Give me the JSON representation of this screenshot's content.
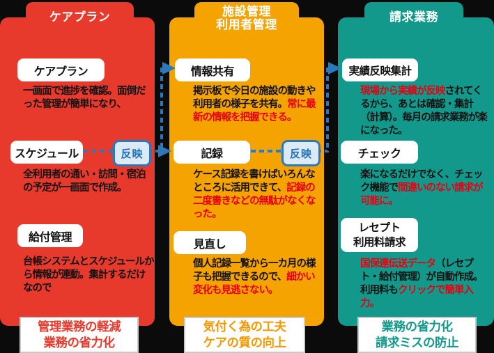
{
  "colors": {
    "background": "#0b0b0b",
    "column_red": "#e8392d",
    "column_orange": "#f5a300",
    "column_teal": "#12998b",
    "arrow_blue": "#2b78bb",
    "badge_fill": "#dceaf6",
    "badge_text": "#1d6fb8",
    "highlight_red": "#e60012",
    "summary_orange_text": "#f39800",
    "box_text": "#111111",
    "tab_text": "#ffffff"
  },
  "columns": [
    {
      "tab": "ケアプラン",
      "items": [
        {
          "label": "ケアプラン",
          "desc": [
            {
              "t": "一画面で進捗を確認。面倒だった管理が簡単になり、",
              "em": false
            }
          ]
        },
        {
          "label": "スケジュール",
          "badge": "反映",
          "desc": [
            {
              "t": "全利用者の通い・訪問・宿泊の予定が一画面で作成。",
              "em": false
            }
          ]
        },
        {
          "label": "給付管理",
          "desc": [
            {
              "t": "台帳システムとスケジュールから情報が連動。集計するだけなので",
              "em": false
            }
          ]
        }
      ],
      "summary": "管理業務の軽減\n業務の省力化"
    },
    {
      "tab": "施設管理\n利用者管理",
      "items": [
        {
          "label": "情報共有",
          "desc": [
            {
              "t": "掲示板で今日の施設の動きや利用者の様子を共有。",
              "em": false
            },
            {
              "t": "常に最新の情報を把握できる。",
              "em": true
            }
          ]
        },
        {
          "label": "記録",
          "badge": "反映",
          "desc": [
            {
              "t": "ケース記録を書けばいろんなところに活用できて、",
              "em": false
            },
            {
              "t": "記録の二度書きなどの無駄がなくなった。",
              "em": true
            }
          ]
        },
        {
          "label": "見直し",
          "desc": [
            {
              "t": "個人記録一覧から一カ月の様子も把握できるので、",
              "em": false
            },
            {
              "t": "細かい変化も見逃さない。",
              "em": true
            }
          ]
        }
      ],
      "summary": "気付く為の工夫\nケアの質の向上"
    },
    {
      "tab": "請求業務",
      "items": [
        {
          "label": "実績反映集計",
          "desc": [
            {
              "t": "現場から実績が反映",
              "em": true
            },
            {
              "t": "されてくるから、あとは確認・集計（計算）。毎月の請求業務が楽になった。",
              "em": false
            }
          ]
        },
        {
          "label": "チェック",
          "desc": [
            {
              "t": "楽になるだけでなく、チェック機能で",
              "em": false
            },
            {
              "t": "間違いのない請求が可能に。",
              "em": true
            }
          ]
        },
        {
          "label": "レセプト\n利用料請求",
          "desc": [
            {
              "t": "国保連伝送データ",
              "em": true
            },
            {
              "t": "（レセプト・給付管理）が自動作成。\n利用料も",
              "em": false
            },
            {
              "t": "クリックで簡単入力。",
              "em": true
            }
          ]
        }
      ],
      "summary": "業務の省力化\n請求ミスの防止"
    }
  ]
}
